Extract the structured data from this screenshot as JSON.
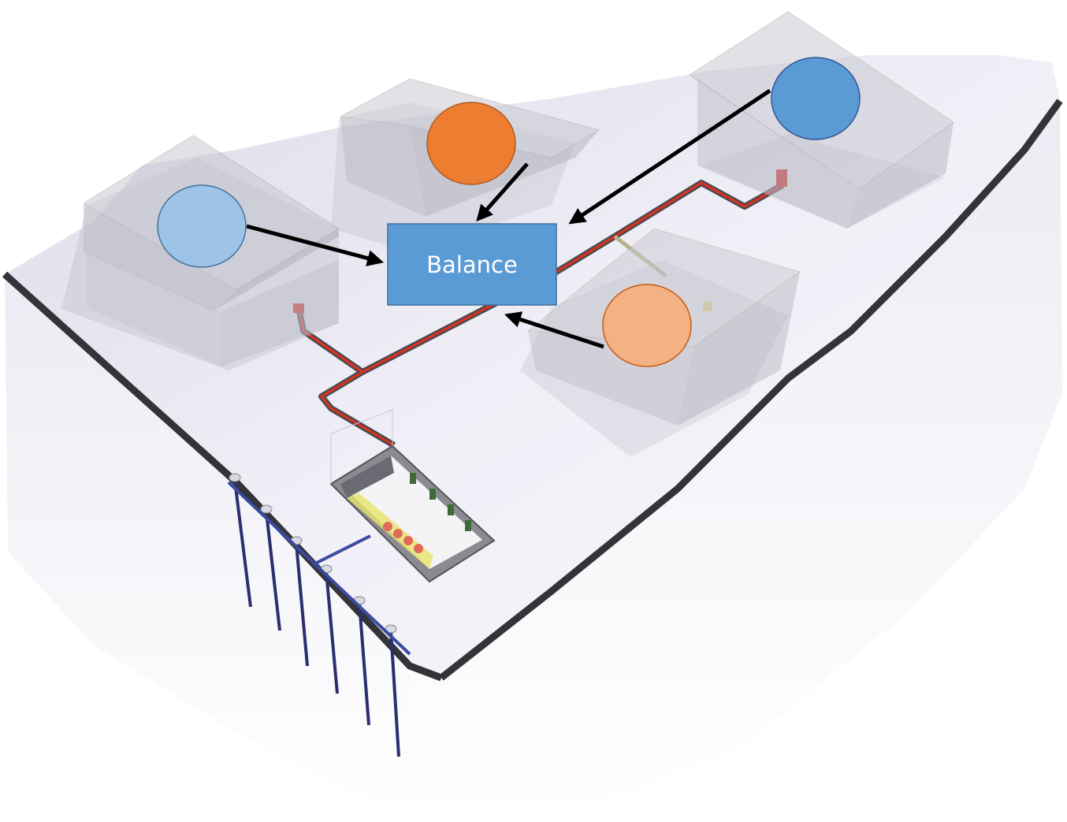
{
  "diagram": {
    "center_node": {
      "label": "Balance",
      "fill": "#5b9bd5"
    },
    "nodes": [
      {
        "id": "house-left",
        "fill": "#9dc3e6"
      },
      {
        "id": "house-back-middle",
        "fill": "#ed7d31"
      },
      {
        "id": "house-back-right",
        "fill": "#5b9bd5"
      },
      {
        "id": "house-front-right",
        "fill": "#f4b183"
      }
    ],
    "edges": [
      {
        "from": "house-left",
        "to": "center_node"
      },
      {
        "from": "house-back-middle",
        "to": "center_node"
      },
      {
        "from": "house-back-right",
        "to": "center_node"
      },
      {
        "from": "house-front-right",
        "to": "center_node"
      }
    ],
    "colors": {
      "pipe": "#e0301e",
      "ground_edge": "#333338",
      "ground_top": "#eeeef6",
      "ground_side": "#f1f1f6"
    }
  }
}
